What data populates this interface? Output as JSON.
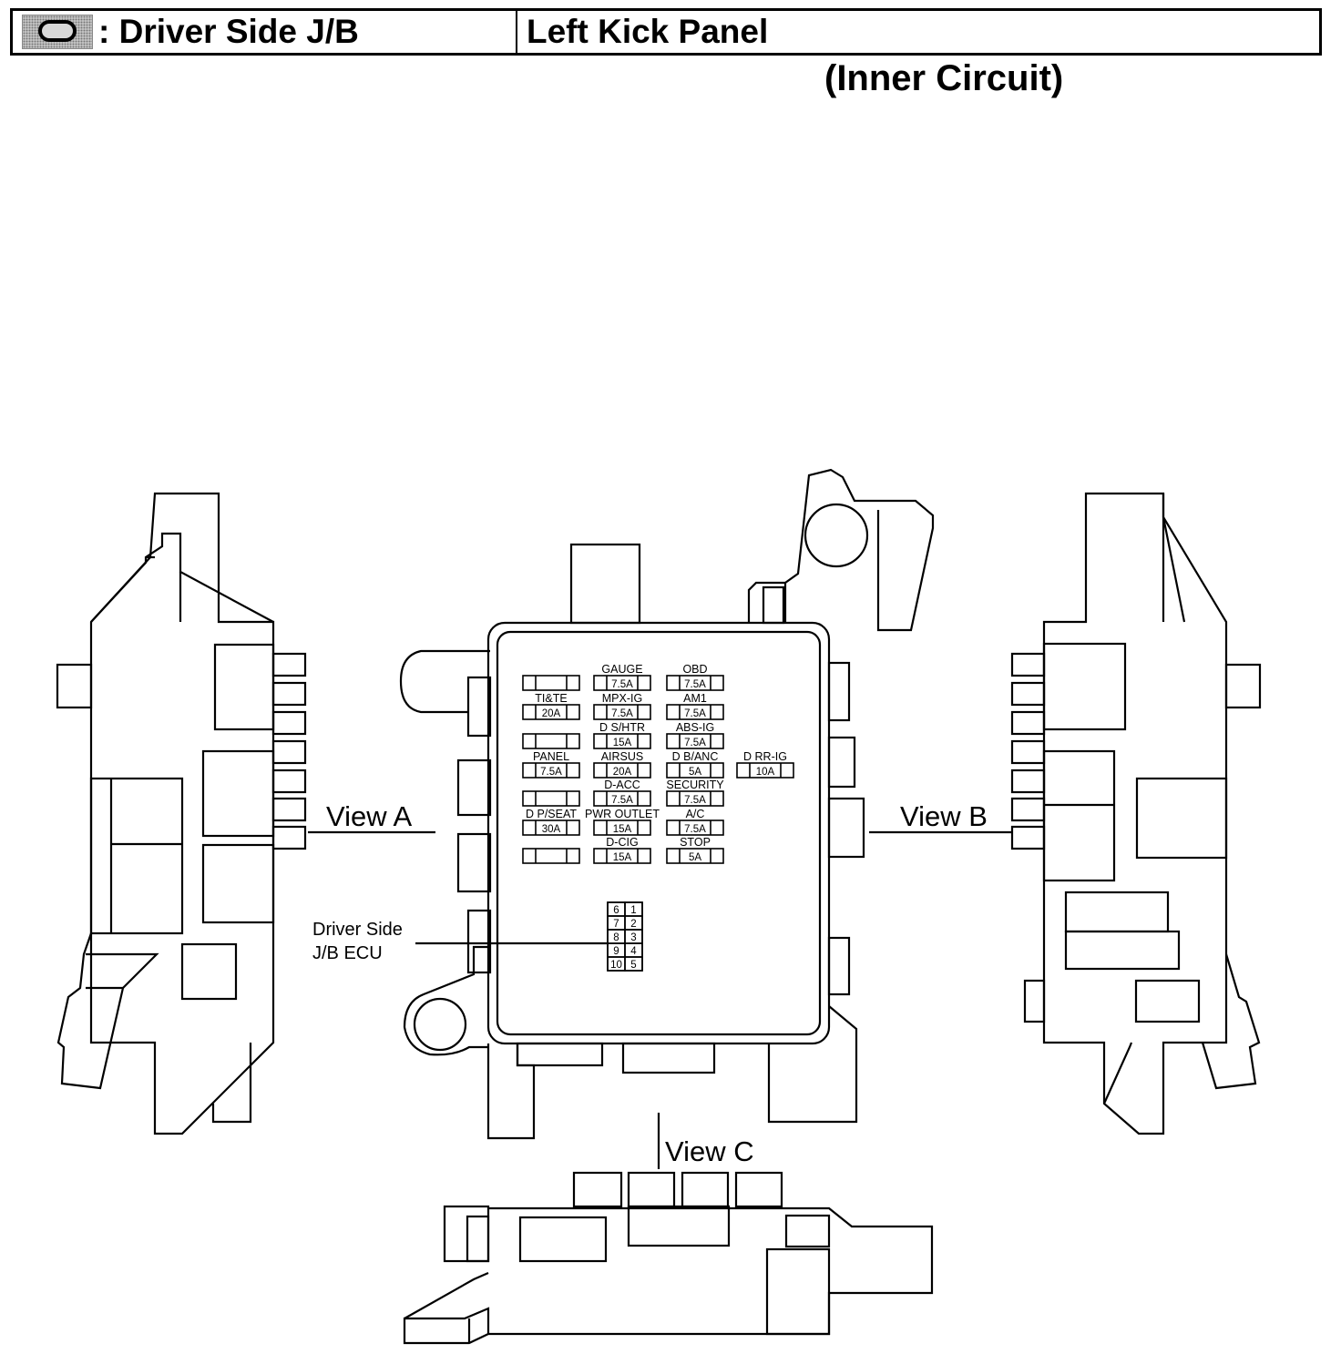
{
  "header": {
    "icon": "connector-oval-icon",
    "label": ": Driver Side J/B",
    "location": "Left Kick Panel"
  },
  "subtitle": "(Inner Circuit)",
  "views": {
    "a": "View A",
    "b": "View B",
    "c": "View C"
  },
  "ecu": {
    "line1": "Driver Side",
    "line2": "J/B ECU",
    "pins_left": [
      "6",
      "7",
      "8",
      "9",
      "10"
    ],
    "pins_right": [
      "1",
      "2",
      "3",
      "4",
      "5"
    ]
  },
  "fuses": [
    {
      "col": 0,
      "row": 0,
      "name": "",
      "rating": ""
    },
    {
      "col": 1,
      "row": 0,
      "name": "GAUGE",
      "rating": "7.5A"
    },
    {
      "col": 2,
      "row": 0,
      "name": "OBD",
      "rating": "7.5A"
    },
    {
      "col": 0,
      "row": 1,
      "name": "TI&TE",
      "rating": "20A"
    },
    {
      "col": 1,
      "row": 1,
      "name": "MPX-IG",
      "rating": "7.5A"
    },
    {
      "col": 2,
      "row": 1,
      "name": "AM1",
      "rating": "7.5A"
    },
    {
      "col": 0,
      "row": 2,
      "name": "",
      "rating": ""
    },
    {
      "col": 1,
      "row": 2,
      "name": "D S/HTR",
      "rating": "15A"
    },
    {
      "col": 2,
      "row": 2,
      "name": "ABS-IG",
      "rating": "7.5A"
    },
    {
      "col": 0,
      "row": 3,
      "name": "PANEL",
      "rating": "7.5A"
    },
    {
      "col": 1,
      "row": 3,
      "name": "AIRSUS",
      "rating": "20A"
    },
    {
      "col": 2,
      "row": 3,
      "name": "D B/ANC",
      "rating": "5A"
    },
    {
      "col": 3,
      "row": 3,
      "name": "D RR-IG",
      "rating": "10A"
    },
    {
      "col": 0,
      "row": 4,
      "name": "",
      "rating": ""
    },
    {
      "col": 1,
      "row": 4,
      "name": "D-ACC",
      "rating": "7.5A"
    },
    {
      "col": 2,
      "row": 4,
      "name": "SECURITY",
      "rating": "7.5A"
    },
    {
      "col": 0,
      "row": 5,
      "name": "D P/SEAT",
      "rating": "30A"
    },
    {
      "col": 1,
      "row": 5,
      "name": "PWR OUTLET",
      "rating": "15A"
    },
    {
      "col": 2,
      "row": 5,
      "name": "A/C",
      "rating": "7.5A"
    },
    {
      "col": 0,
      "row": 6,
      "name": "",
      "rating": ""
    },
    {
      "col": 1,
      "row": 6,
      "name": "D-CIG",
      "rating": "15A"
    },
    {
      "col": 2,
      "row": 6,
      "name": "STOP",
      "rating": "5A"
    }
  ]
}
